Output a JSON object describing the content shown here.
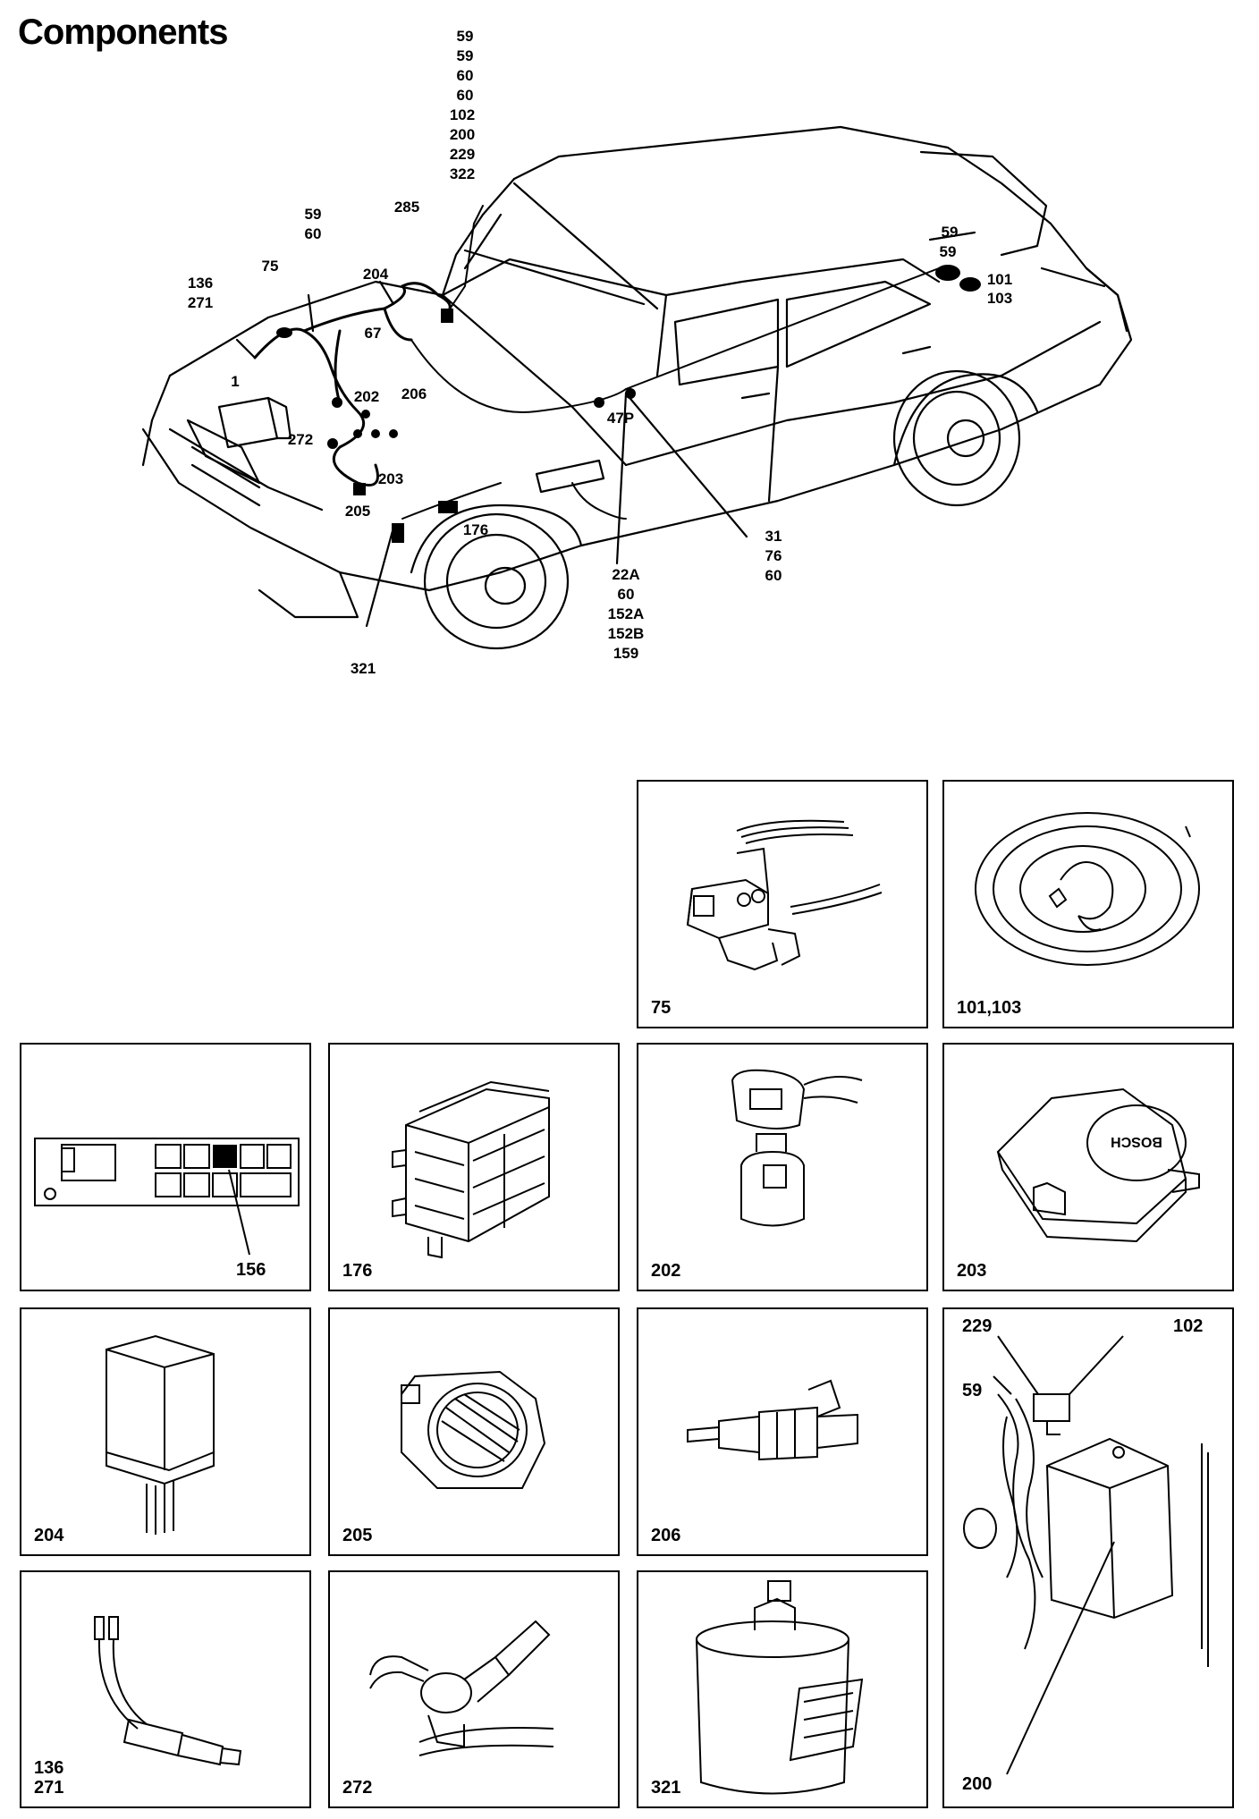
{
  "title": "Components",
  "car_labels": {
    "top_stack": [
      "59",
      "59",
      "60",
      "60",
      "102",
      "200",
      "229",
      "322"
    ],
    "l59_60": [
      "59",
      "60"
    ],
    "l285": "285",
    "l136_271": [
      "136",
      "271"
    ],
    "l75": "75",
    "l204": "204",
    "l67": "67",
    "l1": "1",
    "l202": "202",
    "l206": "206",
    "l272": "272",
    "l203": "203",
    "l205": "205",
    "l176": "176",
    "l321": "321",
    "l47p": "47P",
    "rear59": [
      "59",
      "59"
    ],
    "rear101": [
      "101",
      "103"
    ],
    "r31": [
      "31",
      "76",
      "60"
    ],
    "r22": [
      "22A",
      "60",
      "152A",
      "152B",
      "159"
    ]
  },
  "panels": {
    "p75": "75",
    "p101": "101,103",
    "p156": "156",
    "p176": "176",
    "p202": "202",
    "p203": "203",
    "p204": "204",
    "p205": "205",
    "p206": "206",
    "p200": {
      "c229": "229",
      "c102": "102",
      "c59": "59",
      "c200": "200"
    },
    "p136": "136\n271",
    "p272": "272",
    "p321": "321"
  },
  "bosch_text": "BOSCH"
}
